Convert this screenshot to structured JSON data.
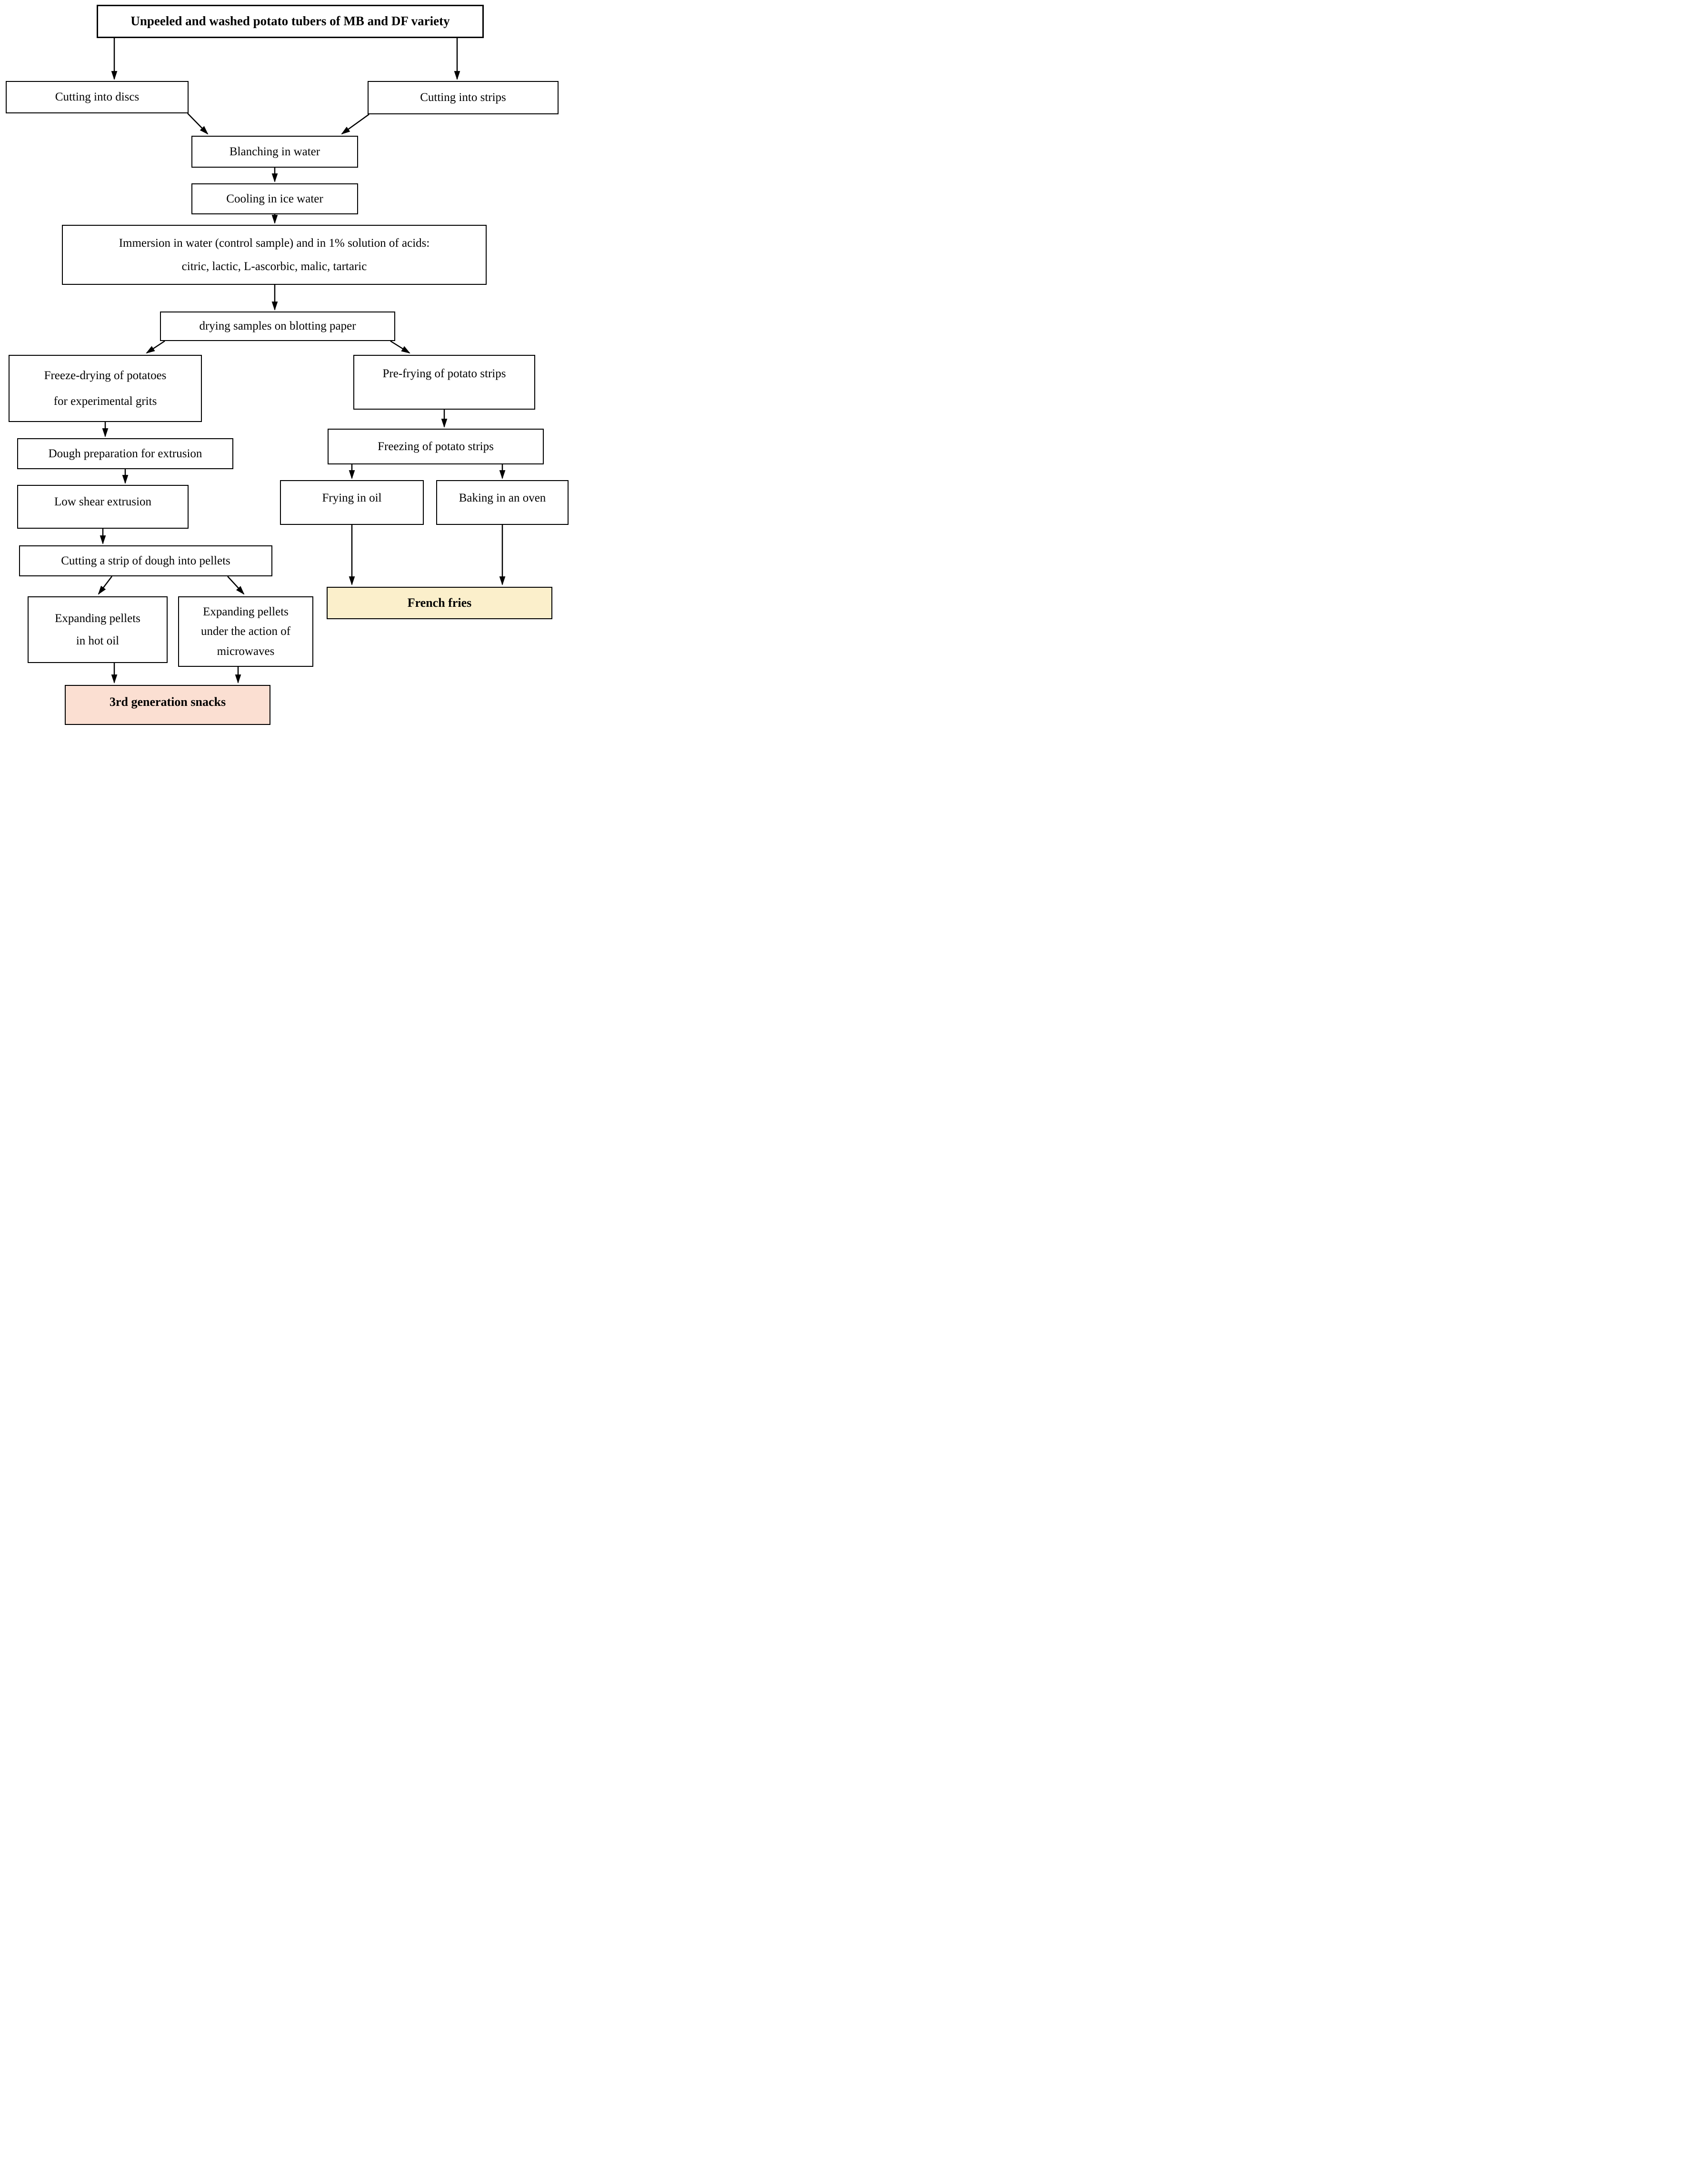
{
  "figure": {
    "type": "flowchart",
    "background": "#FFFFFF"
  },
  "colors": {
    "box_border": "#000000",
    "arrow": "#000000",
    "default_box_fill": "#FFFFFF",
    "french_fries_fill": "#FBEFCB",
    "snacks_fill": "#FBDFD2",
    "text": "#000000"
  },
  "nodes": {
    "source": {
      "label": "Unpeeled and washed potato tubers of MB and DF variety",
      "bold": true
    },
    "cutting_discs": {
      "label": "Cutting into discs"
    },
    "cutting_strips": {
      "label": "Cutting into strips"
    },
    "blanching": {
      "label": "Blanching in water"
    },
    "cooling": {
      "label": "Cooling in ice water"
    },
    "immersion": {
      "line1": "Immersion in water (control sample) and in 1% solution of acids:",
      "line2": "citric, lactic, L-ascorbic, malic, tartaric"
    },
    "drying": {
      "label": "drying samples on blotting paper"
    },
    "freeze_drying": {
      "line1": "Freeze-drying of potatoes",
      "line2": "for experimental grits"
    },
    "pre_frying": {
      "label": "Pre-frying of potato strips"
    },
    "dough_preparation": {
      "label": "Dough preparation for extrusion"
    },
    "freezing": {
      "label": "Freezing of potato strips"
    },
    "low_shear_extrusion": {
      "label": "Low shear extrusion"
    },
    "frying_in_oil": {
      "label": "Frying in oil"
    },
    "baking_in_oven": {
      "label": "Baking in an oven"
    },
    "cutting_pellets": {
      "label": "Cutting a strip of dough into pellets"
    },
    "french_fries": {
      "label": "French fries",
      "bold": true,
      "fill": "#FBEFCB"
    },
    "expanding_hot_oil": {
      "line1": "Expanding pellets",
      "line2": "in hot oil"
    },
    "expanding_microwaves": {
      "line1": "Expanding pellets",
      "line2": "under the action of",
      "line3": "microwaves"
    },
    "third_generation_snacks": {
      "label": "3rd generation snacks",
      "bold": true,
      "fill": "#FBDFD2"
    }
  },
  "edges": [
    {
      "from": "source",
      "to": "cutting_discs"
    },
    {
      "from": "source",
      "to": "cutting_strips"
    },
    {
      "from": "cutting_discs",
      "to": "blanching"
    },
    {
      "from": "cutting_strips",
      "to": "blanching"
    },
    {
      "from": "blanching",
      "to": "cooling"
    },
    {
      "from": "cooling",
      "to": "immersion"
    },
    {
      "from": "immersion",
      "to": "drying"
    },
    {
      "from": "drying",
      "to": "freeze_drying"
    },
    {
      "from": "drying",
      "to": "pre_frying"
    },
    {
      "from": "freeze_drying",
      "to": "dough_preparation"
    },
    {
      "from": "dough_preparation",
      "to": "low_shear_extrusion"
    },
    {
      "from": "low_shear_extrusion",
      "to": "cutting_pellets"
    },
    {
      "from": "cutting_pellets",
      "to": "expanding_hot_oil"
    },
    {
      "from": "cutting_pellets",
      "to": "expanding_microwaves"
    },
    {
      "from": "expanding_hot_oil",
      "to": "third_generation_snacks"
    },
    {
      "from": "expanding_microwaves",
      "to": "third_generation_snacks"
    },
    {
      "from": "pre_frying",
      "to": "freezing"
    },
    {
      "from": "freezing",
      "to": "frying_in_oil"
    },
    {
      "from": "freezing",
      "to": "baking_in_oven"
    },
    {
      "from": "frying_in_oil",
      "to": "french_fries"
    },
    {
      "from": "baking_in_oven",
      "to": "french_fries"
    }
  ]
}
